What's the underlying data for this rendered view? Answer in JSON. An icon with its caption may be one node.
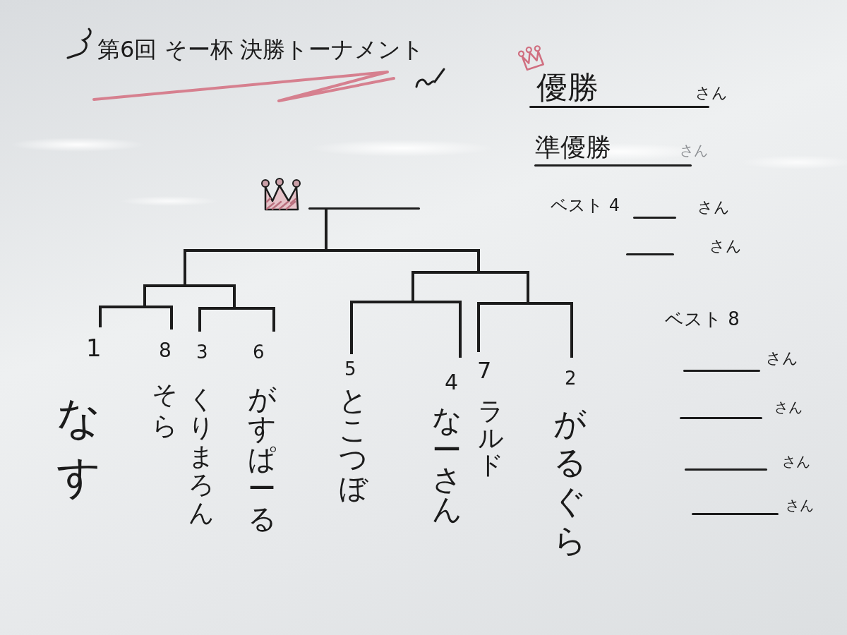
{
  "diagram": {
    "title": "第6回 そー杯 決勝トーナメント",
    "nodes": [
      {
        "text": [],
        "shape": "line"
      },
      {
        "text": [
          "1",
          "なす"
        ]
      },
      {
        "text": [
          "8",
          "そら"
        ]
      },
      {
        "text": [
          "3",
          "くりまろん"
        ]
      },
      {
        "text": [
          "6",
          "がすぱーる"
        ]
      },
      {
        "text": [
          "5",
          "とこつぼ"
        ]
      },
      {
        "text": [
          "4",
          "なーさん"
        ]
      },
      {
        "text": [
          "7",
          "ラルド"
        ]
      },
      {
        "text": [
          "2",
          "がるぐら"
        ]
      }
    ],
    "edges": [
      {
        "from": 1,
        "to": 0,
        "arrow": "none"
      },
      {
        "from": 2,
        "to": 0,
        "arrow": "none"
      },
      {
        "from": 3,
        "to": 0,
        "arrow": "none"
      },
      {
        "from": 4,
        "to": 0,
        "arrow": "none"
      },
      {
        "from": 5,
        "to": 0,
        "arrow": "none"
      },
      {
        "from": 6,
        "to": 0,
        "arrow": "none"
      },
      {
        "from": 7,
        "to": 0,
        "arrow": "none"
      },
      {
        "from": 8,
        "to": 0,
        "arrow": "none"
      }
    ],
    "labels": [
      "優勝",
      "さん",
      "準優勝",
      "さん",
      "ベスト 4",
      "さん",
      "さん",
      "ベスト 8",
      "さん",
      "さん",
      "さん",
      "さん"
    ]
  }
}
